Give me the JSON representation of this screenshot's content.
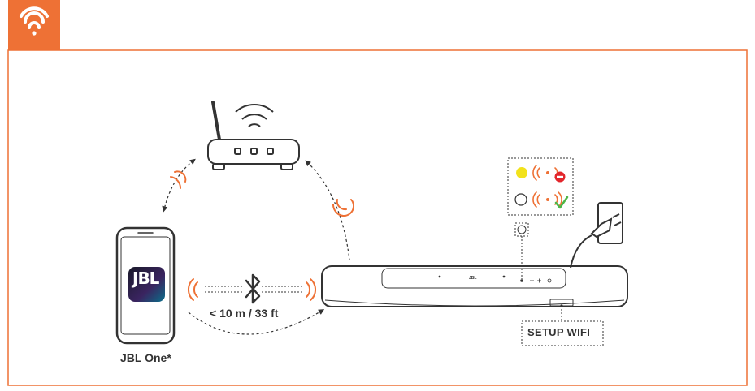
{
  "labels": {
    "app_name": "JBL One*",
    "range": "< 10 m / 33 ft",
    "setup_button": "SETUP WIFI",
    "app_logo": "JBL",
    "soundbar_logo": "JBL"
  },
  "icons": {
    "header": "wifi-icon",
    "router": "router-icon",
    "phone": "smartphone-icon",
    "bluetooth": "bluetooth-icon",
    "soundbar": "soundbar-icon",
    "power": "power-plug-icon",
    "status_fail": "no-entry-icon",
    "status_ok": "checkmark-icon"
  },
  "colors": {
    "accent": "#EE7135",
    "indicator_yellow": "#F2E21B",
    "check_green": "#4CB648",
    "no_entry_red": "#E3262C",
    "line": "#333333"
  }
}
